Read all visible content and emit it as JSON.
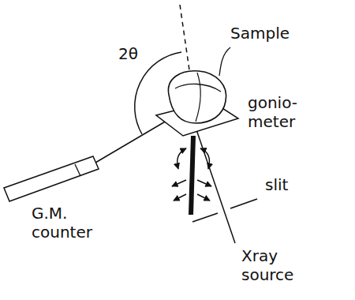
{
  "diagram": {
    "labels": [
      "2θ",
      "Sample",
      "gonio- meter",
      "slit",
      "Xray source",
      "G.M. counter"
    ]
  }
}
